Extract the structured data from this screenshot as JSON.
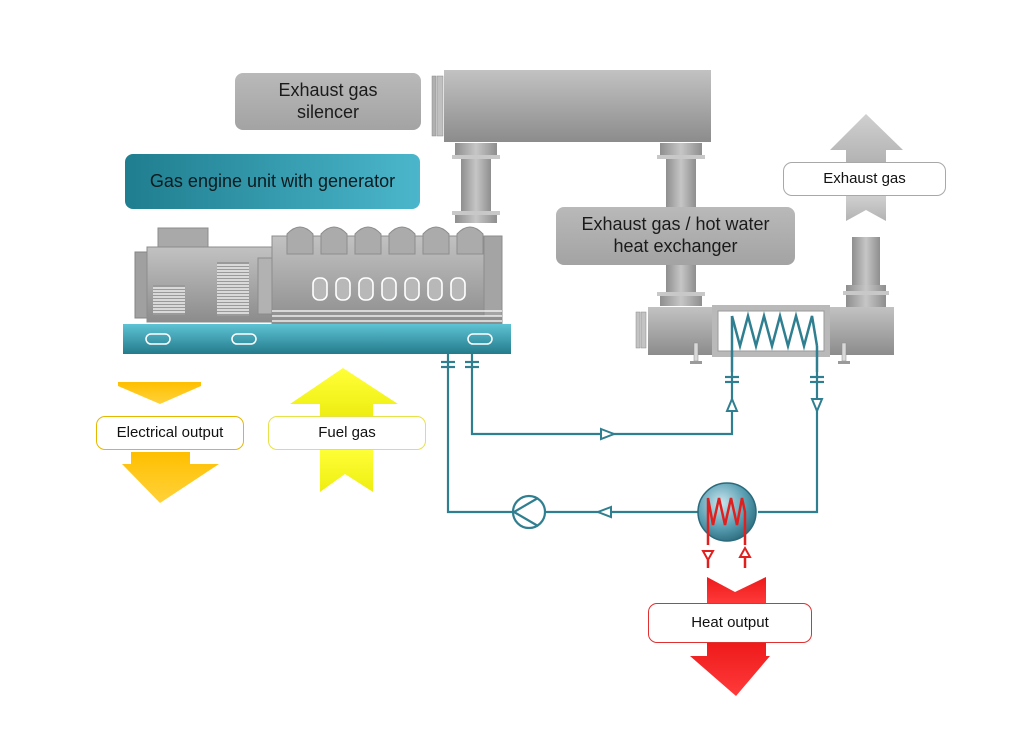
{
  "labels": {
    "silencer": "Exhaust gas\nsilencer",
    "engine": "Gas engine unit with generator",
    "heat_exchanger": "Exhaust gas / hot water\nheat exchanger",
    "exhaust_gas": "Exhaust gas",
    "electrical_output": "Electrical output",
    "fuel_gas": "Fuel gas",
    "heat_output": "Heat output"
  },
  "colors": {
    "pipe_teal": "#2f7f90",
    "heat_red": "#e0201f",
    "electrical_arrow": "#ffc21a",
    "fuel_arrow": "#f6f51a",
    "heat_arrow": "#f52424",
    "exhaust_arrow": "#b9b9b9",
    "engine_base": "#3fa6b9",
    "machinery_grey": "#a5a5a5"
  },
  "icons": [
    "circulation-pump-icon",
    "heat-consumer-coil-icon",
    "flow-direction-arrow-icon"
  ]
}
